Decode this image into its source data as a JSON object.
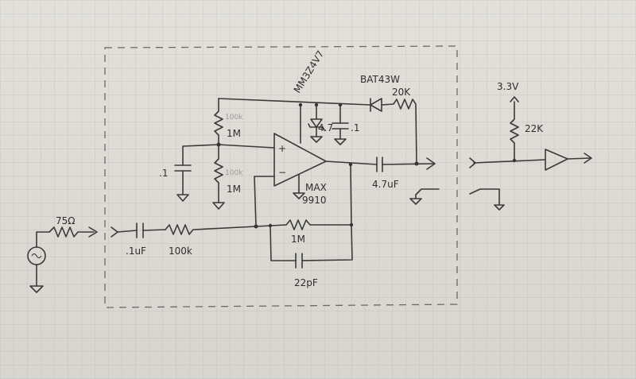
{
  "labels": {
    "source_resistor": "75Ω",
    "input_cap": ".1uF",
    "input_resistor": "100k",
    "feedback_resistor": "1M",
    "feedback_cap": "22pF",
    "opamp_label_1": "MAX",
    "opamp_label_2": "9910",
    "bias_top": "1M",
    "bias_bottom": "1M",
    "bias_cap": ".1",
    "supply_cap_1": "4.7",
    "supply_cap_2": ".1",
    "output_cap": "4.7uF",
    "diode": "BAT43W",
    "pullup": "20K",
    "regulator": "MM3Z4V7",
    "voltage": "3.3V",
    "buffer_pullup": "22K",
    "faint_1": "100k",
    "faint_2": "100k"
  }
}
